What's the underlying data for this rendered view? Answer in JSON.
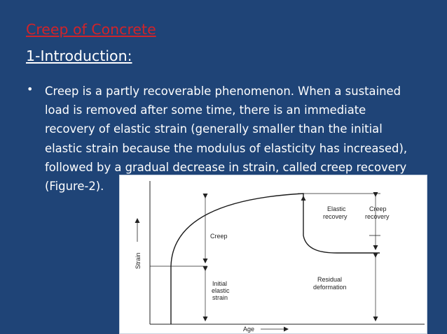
{
  "slide": {
    "title": "Creep of Concrete",
    "subtitle": "1-Introduction:",
    "bullet_symbol": "•",
    "bullet_lines": [
      "Creep is a partly recoverable phenomenon. When a sustained",
      "load is removed after some time, there is an immediate",
      "recovery of elastic strain (generally smaller than the initial",
      "elastic strain because the modulus of elasticity has increased),",
      "followed by a gradual  decrease in strain, called creep recovery",
      "(Figure-2)."
    ]
  },
  "figure": {
    "labels": {
      "strain_axis": "Strain",
      "age_axis": "Age",
      "creep": "Creep",
      "initial_line1": "Initial",
      "initial_line2": "elastic",
      "initial_line3": "strain",
      "elastic_rec_line1": "Elastic",
      "elastic_rec_line2": "recovery",
      "creep_rec_line1": "Creep",
      "creep_rec_line2": "recovery",
      "residual_line1": "Residual",
      "residual_line2": "deformation"
    }
  },
  "colors": {
    "background": "#1f4477",
    "title": "#d0242a",
    "text": "#ffffff"
  }
}
